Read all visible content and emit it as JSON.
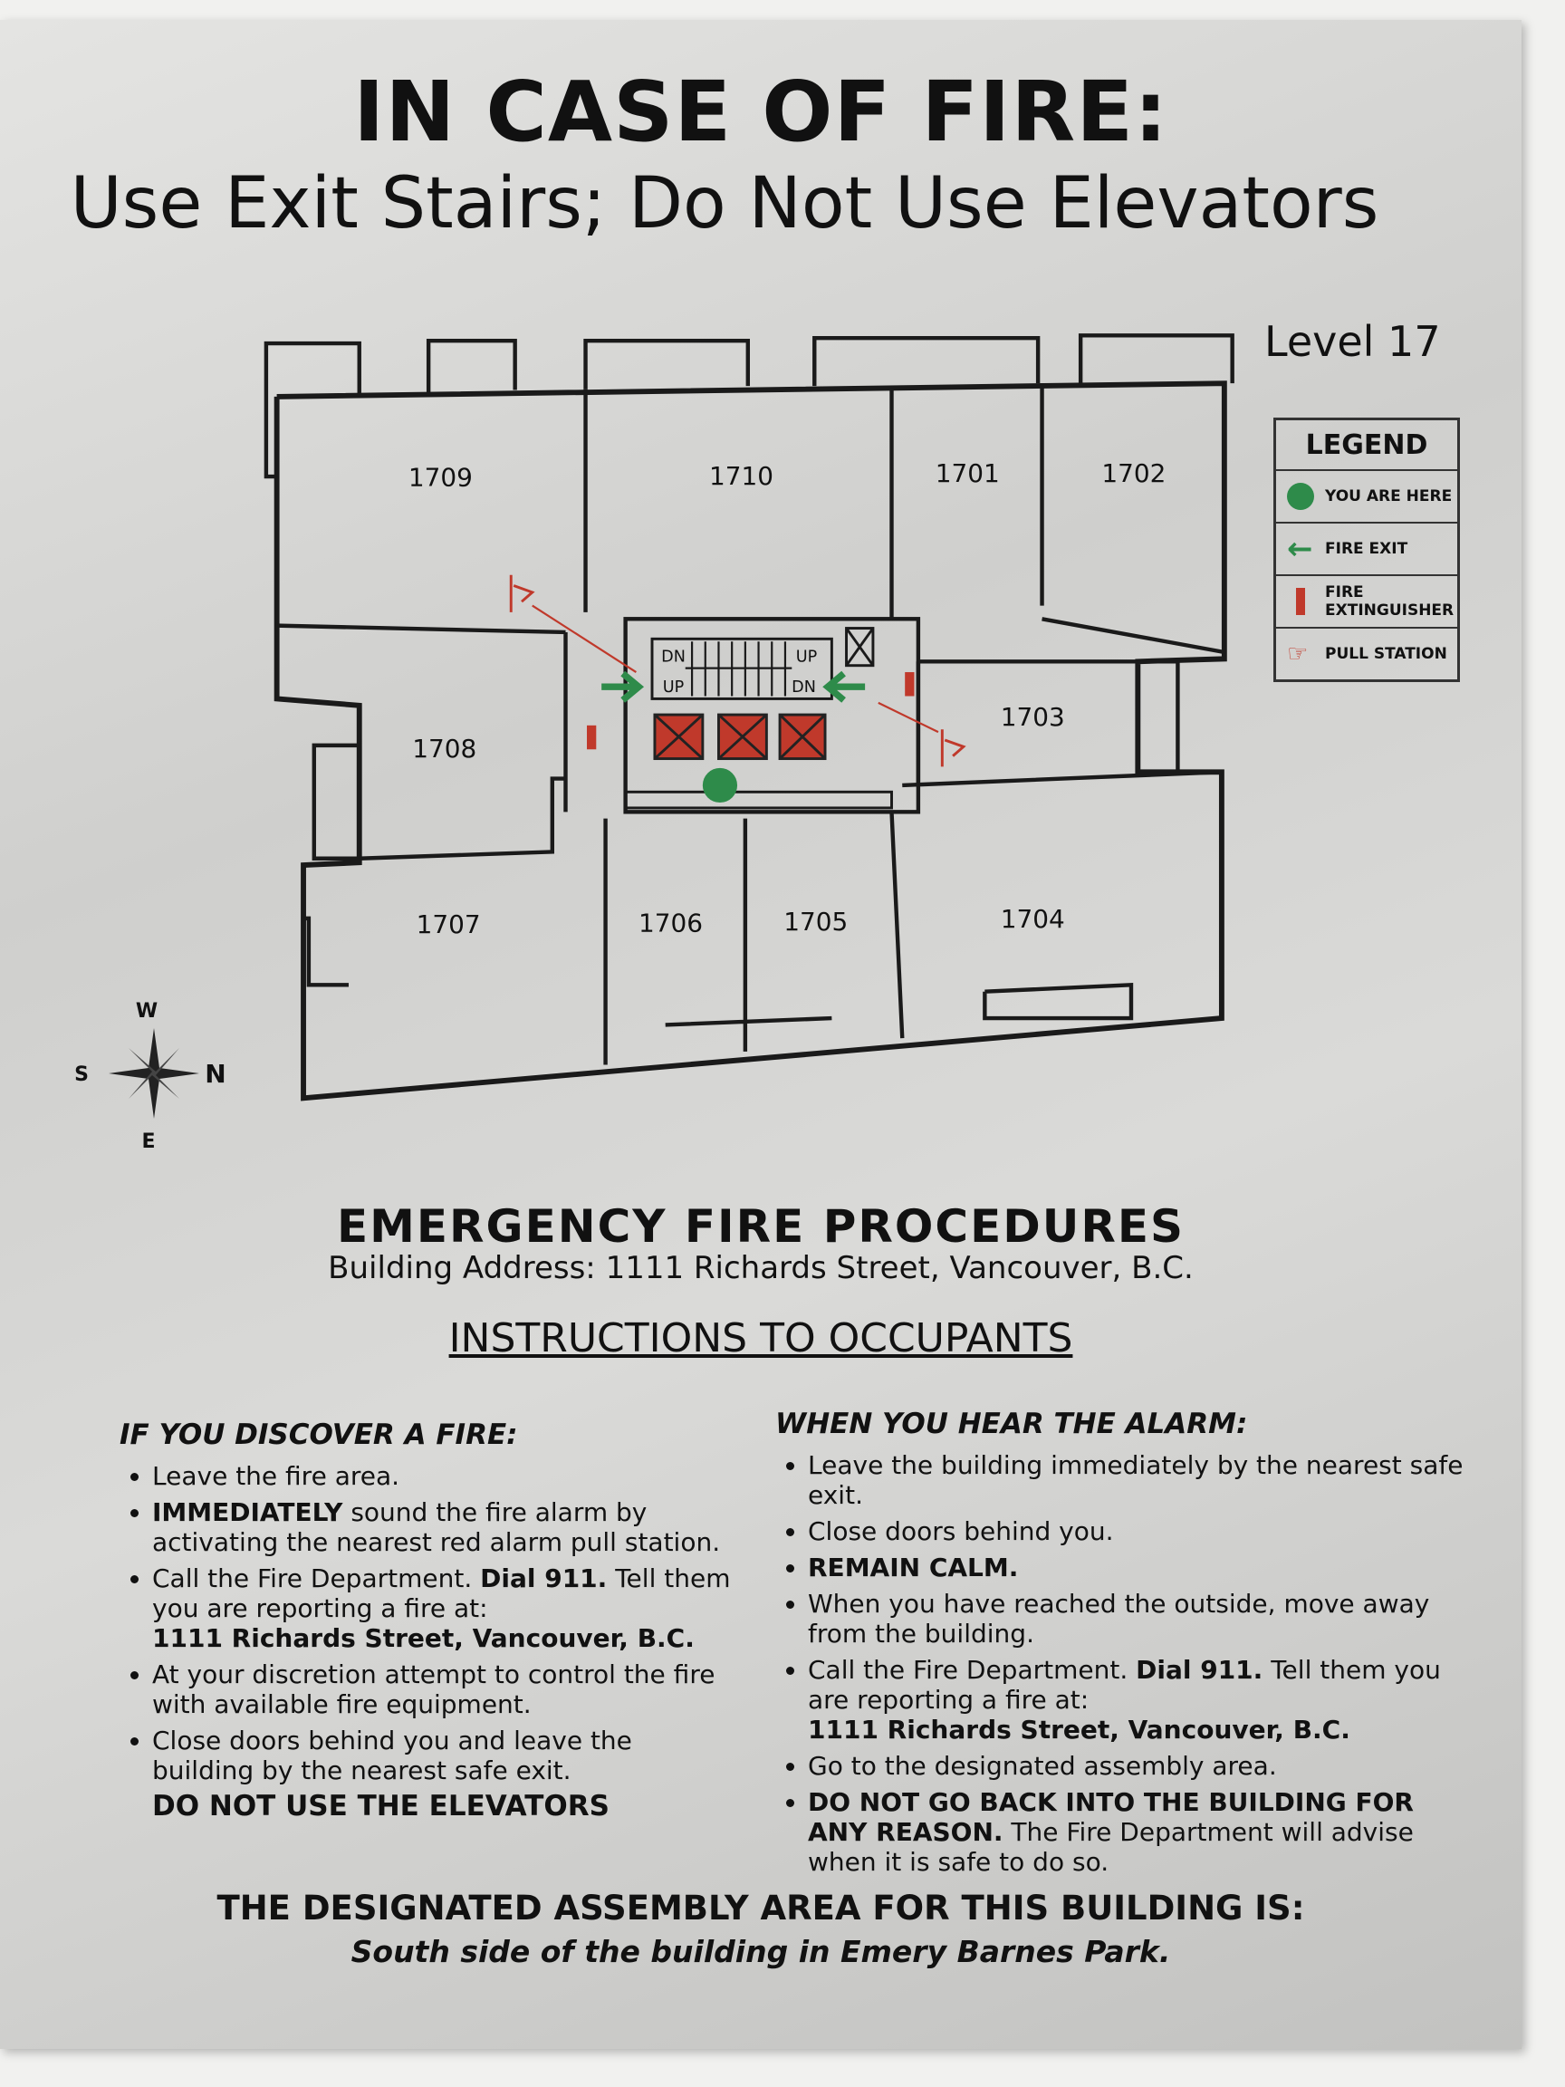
{
  "title": "IN CASE OF FIRE:",
  "subtitle": "Use Exit Stairs; Do Not Use Elevators",
  "level": "Level 17",
  "legend": {
    "heading": "LEGEND",
    "items": [
      {
        "label": "YOU ARE HERE",
        "icon": "green-dot-icon",
        "color": "#2e8b4a"
      },
      {
        "label": "FIRE EXIT",
        "icon": "arrow-left-icon",
        "color": "#2e8b4a"
      },
      {
        "label": "FIRE EXTINGUISHER",
        "icon": "fire-extinguisher-icon",
        "color": "#c0392b"
      },
      {
        "label": "PULL STATION",
        "icon": "pull-station-icon",
        "color": "#c0392b"
      }
    ]
  },
  "rooms": [
    "1709",
    "1710",
    "1701",
    "1702",
    "1708",
    "1703",
    "1707",
    "1706",
    "1705",
    "1704"
  ],
  "stairs": {
    "dn": "DN",
    "up": "UP"
  },
  "compass": {
    "n": "N",
    "s": "S",
    "e": "E",
    "w": "W"
  },
  "procedures": {
    "heading": "EMERGENCY FIRE PROCEDURES",
    "address": "Building Address: 1111 Richards Street, Vancouver, B.C.",
    "instructions": "INSTRUCTIONS TO OCCUPANTS"
  },
  "discover": {
    "heading": "IF YOU DISCOVER A FIRE:",
    "i1": "Leave the fire area.",
    "i2b": "IMMEDIATELY",
    "i2": " sound the fire alarm by activating the nearest red alarm pull station.",
    "i3a": "Call the Fire Department. ",
    "i3b": "Dial 911.",
    "i3c": " Tell them you are reporting a fire at:",
    "i3d": "1111 Richards Street, Vancouver, B.C.",
    "i4": "At your discretion attempt to control the fire with available fire equipment.",
    "i5": "Close doors behind you and leave the building by the nearest safe exit.",
    "i6": "DO NOT USE THE ELEVATORS"
  },
  "alarm": {
    "heading": "WHEN YOU HEAR THE ALARM:",
    "i1": "Leave the building immediately by the nearest safe exit.",
    "i2": "Close doors behind you.",
    "i3": "REMAIN CALM.",
    "i4": "When you have reached the outside, move away from the building.",
    "i5a": "Call the Fire Department. ",
    "i5b": "Dial 911.",
    "i5c": " Tell them you are reporting a fire at:",
    "i5d": "1111 Richards Street, Vancouver, B.C.",
    "i6": "Go to the designated assembly area.",
    "i7b": "DO NOT GO BACK INTO THE BUILDING FOR ANY REASON.",
    "i7": " The Fire Department will advise when it is safe to do so."
  },
  "assembly": {
    "heading": "THE DESIGNATED ASSEMBLY AREA FOR THIS BUILDING IS:",
    "location": "South side of the building in Emery Barnes Park."
  }
}
